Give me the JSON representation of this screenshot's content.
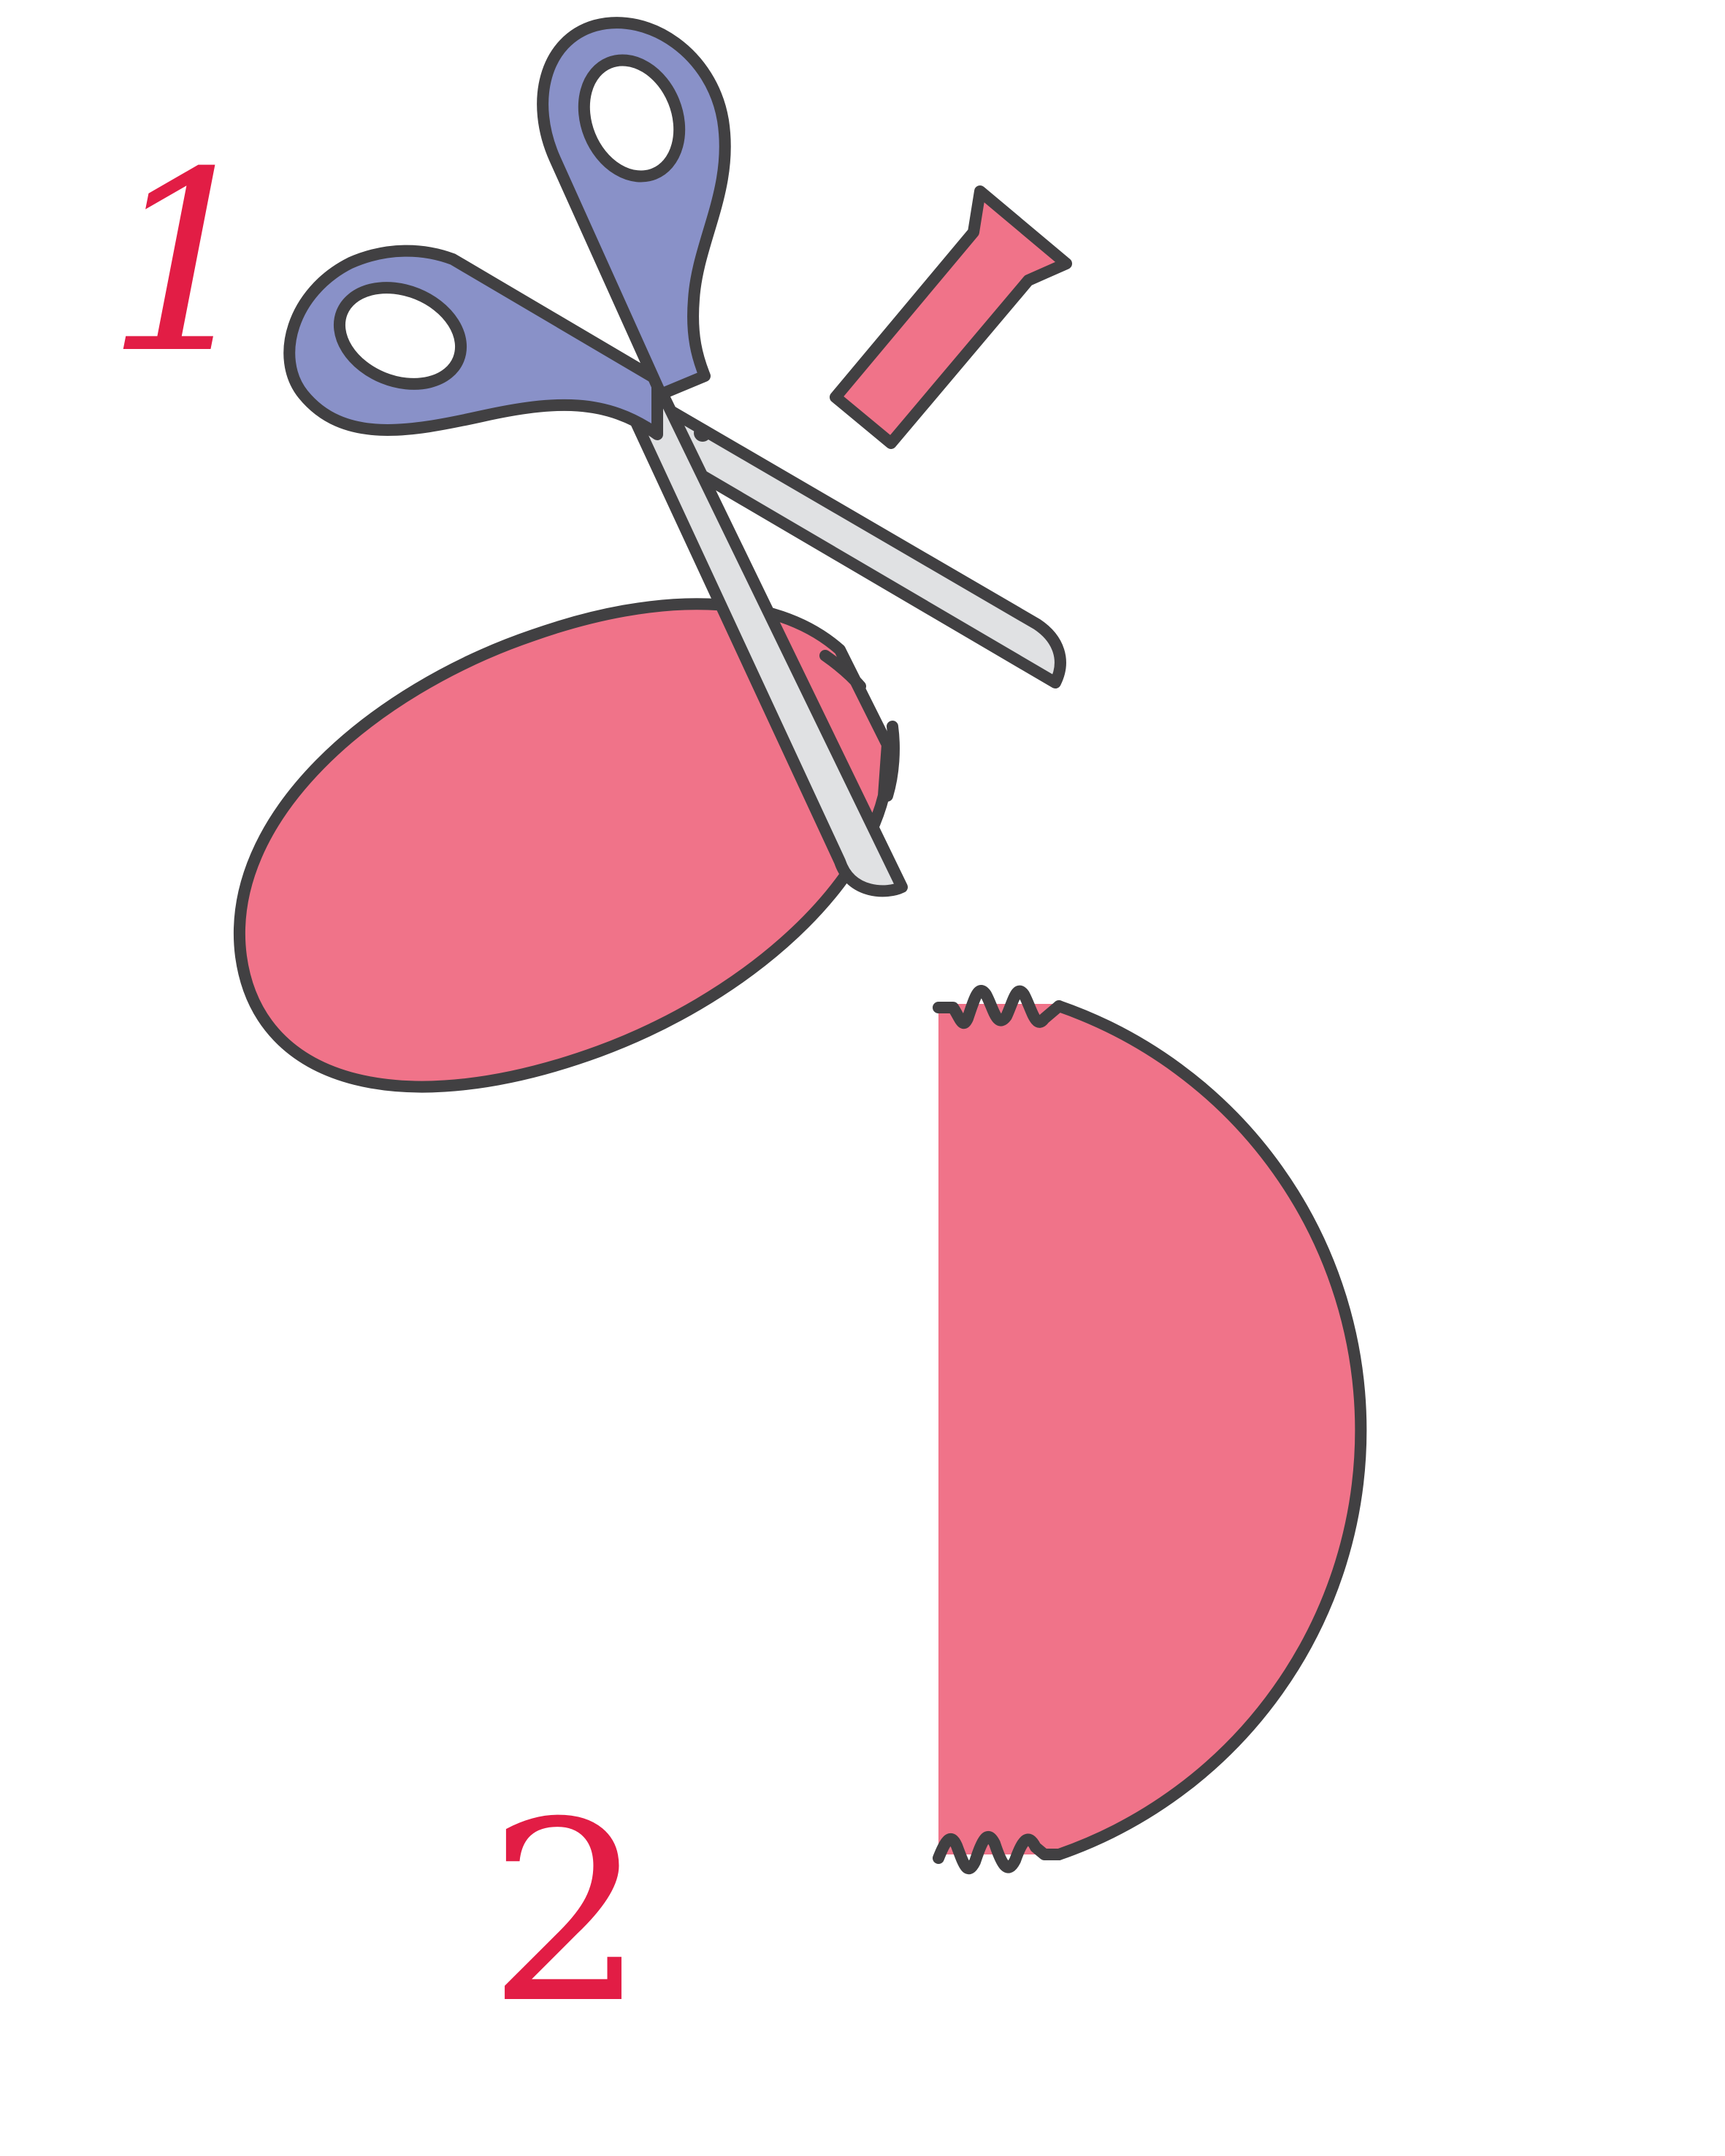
{
  "steps": [
    {
      "label": "1"
    },
    {
      "label": "2"
    }
  ],
  "colors": {
    "shape_fill": "#F07389",
    "outline": "#414042",
    "scissors_handle": "#8991C8",
    "scissors_blade": "#E0E1E3",
    "step_number": "#E21D45",
    "background": "#FFFFFF"
  },
  "icons": {
    "cutting_tool": "scissors-icon",
    "cut_piece": "cut-strip-piece"
  }
}
